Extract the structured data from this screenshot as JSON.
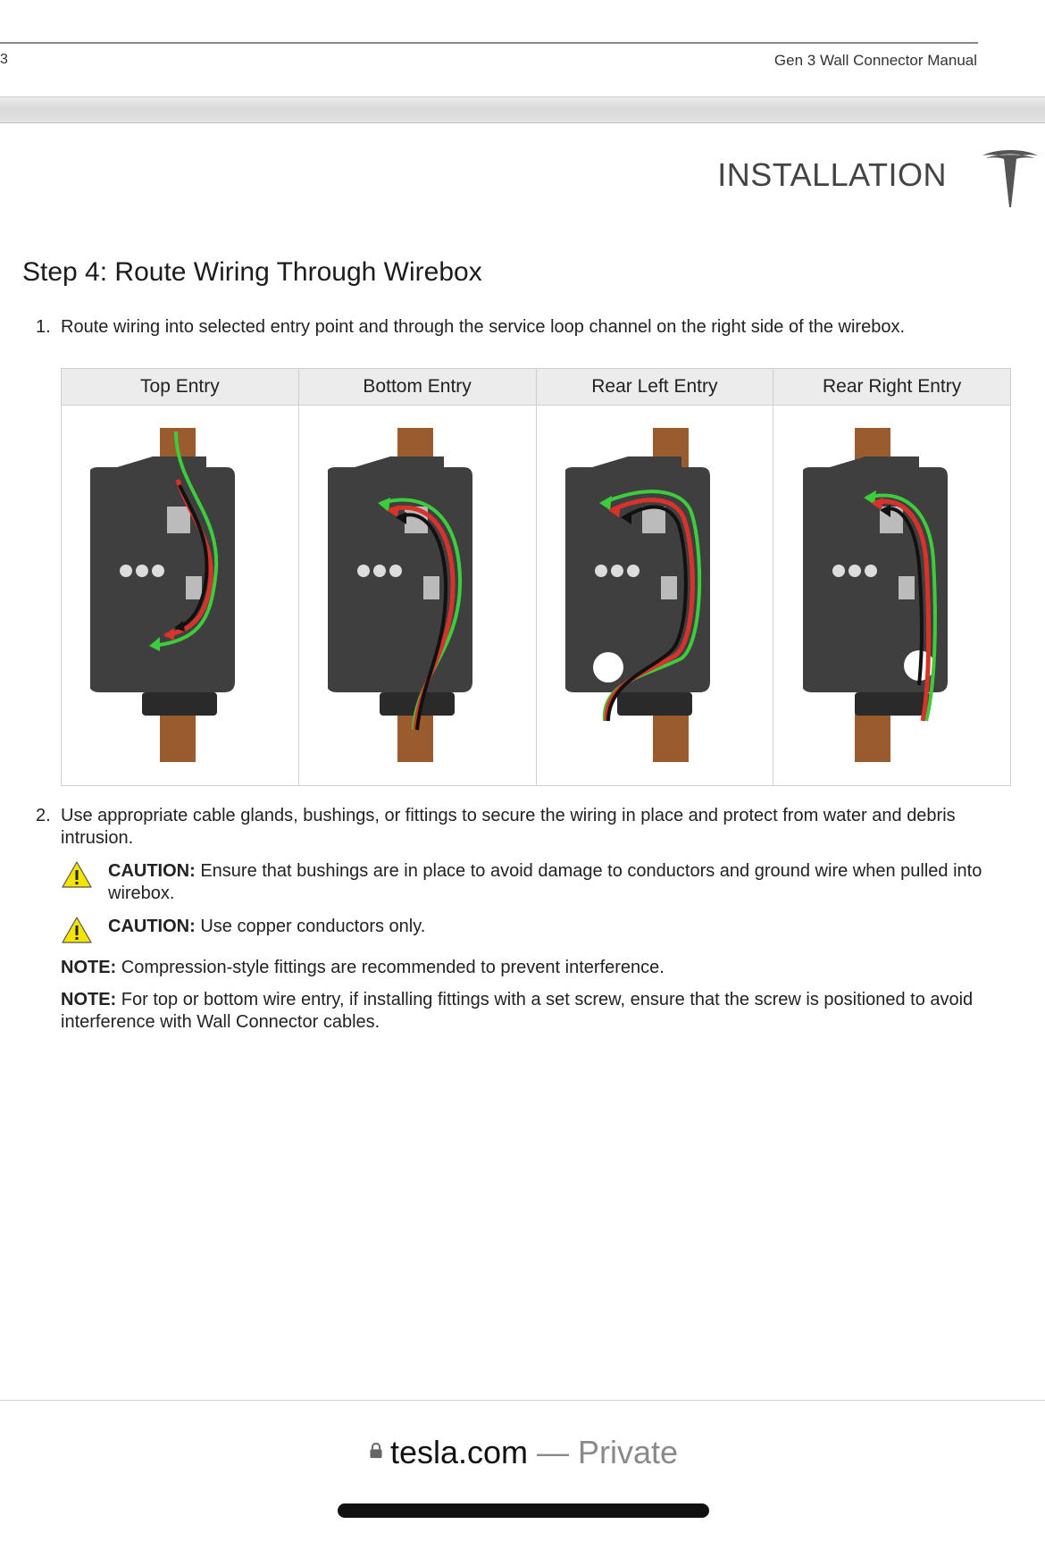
{
  "prev_page": {
    "page_number": "3",
    "doc_title": "Gen 3 Wall Connector Manual"
  },
  "header": {
    "section": "INSTALLATION",
    "logo": "tesla-logo"
  },
  "step_title": "Step 4: Route Wiring Through Wirebox",
  "steps": [
    {
      "number": "1.",
      "text": "Route wiring into selected entry point and through the service loop channel on the right side of the wirebox."
    },
    {
      "number": "2.",
      "text": "Use appropriate cable glands, bushings, or fittings to secure the wiring in place and protect from water and debris intrusion."
    }
  ],
  "entry_table": {
    "columns": [
      "Top Entry",
      "Bottom Entry",
      "Rear Left Entry",
      "Rear Right Entry"
    ]
  },
  "cautions": [
    {
      "label": "CAUTION:",
      "text": "Ensure that bushings are in place to avoid damage to conductors and ground wire when pulled into wirebox.",
      "icon": "warning-icon"
    },
    {
      "label": "CAUTION:",
      "text": "Use copper conductors only.",
      "icon": "warning-icon"
    }
  ],
  "notes": [
    {
      "label": "NOTE:",
      "text": "Compression-style fittings are recommended to prevent interference."
    },
    {
      "label": "NOTE:",
      "text": "For top or bottom wire entry, if installing fittings with a set screw, ensure that the screw is positioned to avoid interference with Wall Connector cables."
    }
  ],
  "browser": {
    "domain": "tesla.com",
    "suffix": "— Private",
    "lock_icon": "lock-icon"
  },
  "colors": {
    "wire_red": "#d8322b",
    "wire_green": "#3ccc3c",
    "wire_black": "#111111",
    "box": "#3f3f3f",
    "stud": "#9a5b2e",
    "caution_yellow": "#f3e500"
  }
}
